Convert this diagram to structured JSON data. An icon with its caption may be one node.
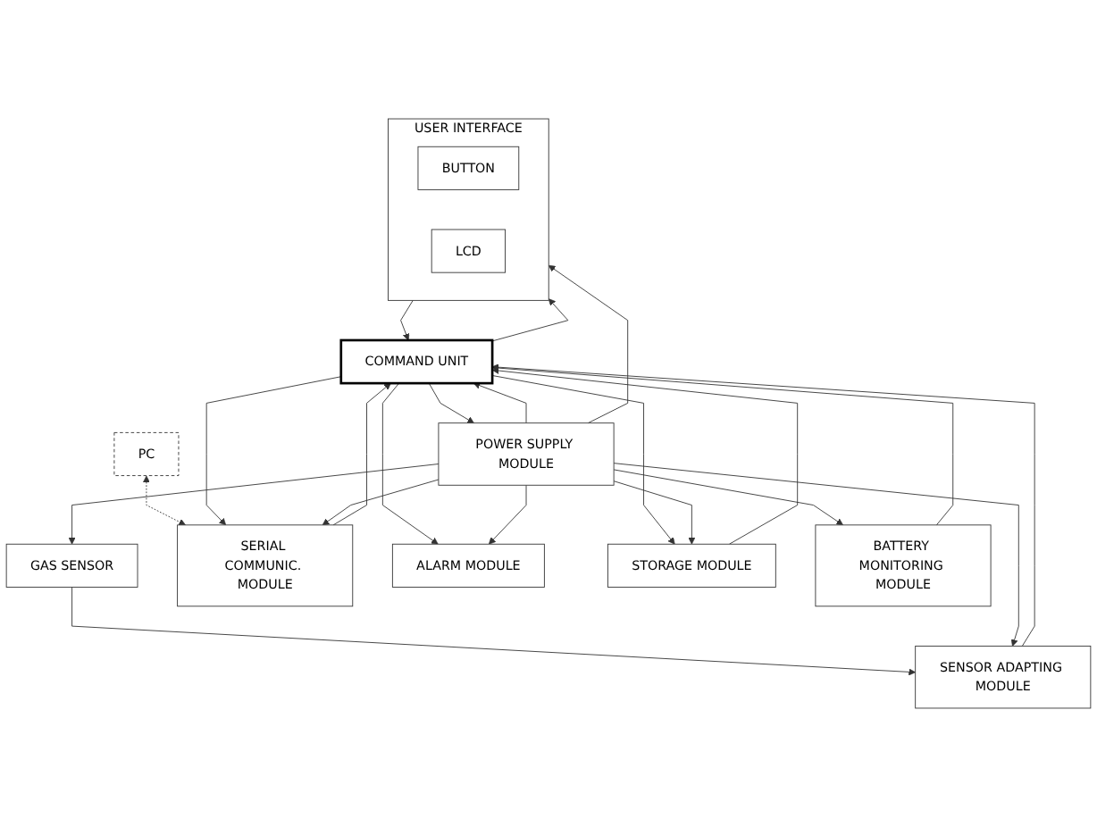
{
  "diagram": {
    "nodes": [
      {
        "text": [
          "PC"
        ]
      },
      {
        "text": [
          "USER INTERFACE"
        ]
      },
      {
        "text": [
          "BUTTON"
        ],
        "in": 1
      },
      {
        "text": [
          "LCD"
        ],
        "in": 1
      },
      {
        "text": [
          "GAS SENSOR"
        ]
      },
      {
        "text": [
          "SERIAL COMMUNIC. MODULE"
        ]
      },
      {
        "text": [
          "COMMAND UNIT"
        ]
      },
      {
        "text": [
          "SENSOR ADAPTING MODULE"
        ]
      },
      {
        "text": [
          "ALARM MODULE"
        ]
      },
      {
        "text": [
          "STORAGE MODULE"
        ]
      },
      {
        "text": [
          "BATTERY MONITORING MODULE"
        ]
      },
      {
        "text": [
          "POWER SUPPLY MODULE"
        ]
      }
    ],
    "edges": [
      {
        "from": 0,
        "to": 5,
        "arrow": "both",
        "style": "dashed"
      },
      {
        "from": 1,
        "to": 6,
        "arrow": "to"
      },
      {
        "from": 6,
        "to": 1,
        "arrow": "to"
      },
      {
        "from": 4,
        "to": 7,
        "arrow": "to"
      },
      {
        "from": 6,
        "to": 5,
        "arrow": "to"
      },
      {
        "from": 5,
        "to": 6,
        "arrow": "to"
      },
      {
        "from": 7,
        "to": 6,
        "arrow": "to"
      },
      {
        "from": 6,
        "to": 8,
        "arrow": "to"
      },
      {
        "from": 6,
        "to": 9,
        "arrow": "to"
      },
      {
        "from": 9,
        "to": 6,
        "arrow": "to"
      },
      {
        "from": 10,
        "to": 6,
        "arrow": "to"
      },
      {
        "from": 6,
        "to": 11,
        "arrow": "to"
      },
      {
        "from": 11,
        "to": 6,
        "arrow": "to"
      },
      {
        "from": 11,
        "to": 10,
        "arrow": "to"
      },
      {
        "from": 11,
        "to": 9,
        "arrow": "to"
      },
      {
        "from": 11,
        "to": 4,
        "arrow": "to"
      },
      {
        "from": 11,
        "to": 7,
        "arrow": "to"
      },
      {
        "from": 11,
        "to": 1,
        "arrow": "to"
      },
      {
        "from": 11,
        "to": 5,
        "arrow": "to"
      },
      {
        "from": 11,
        "to": 8,
        "arrow": "to"
      }
    ]
  }
}
